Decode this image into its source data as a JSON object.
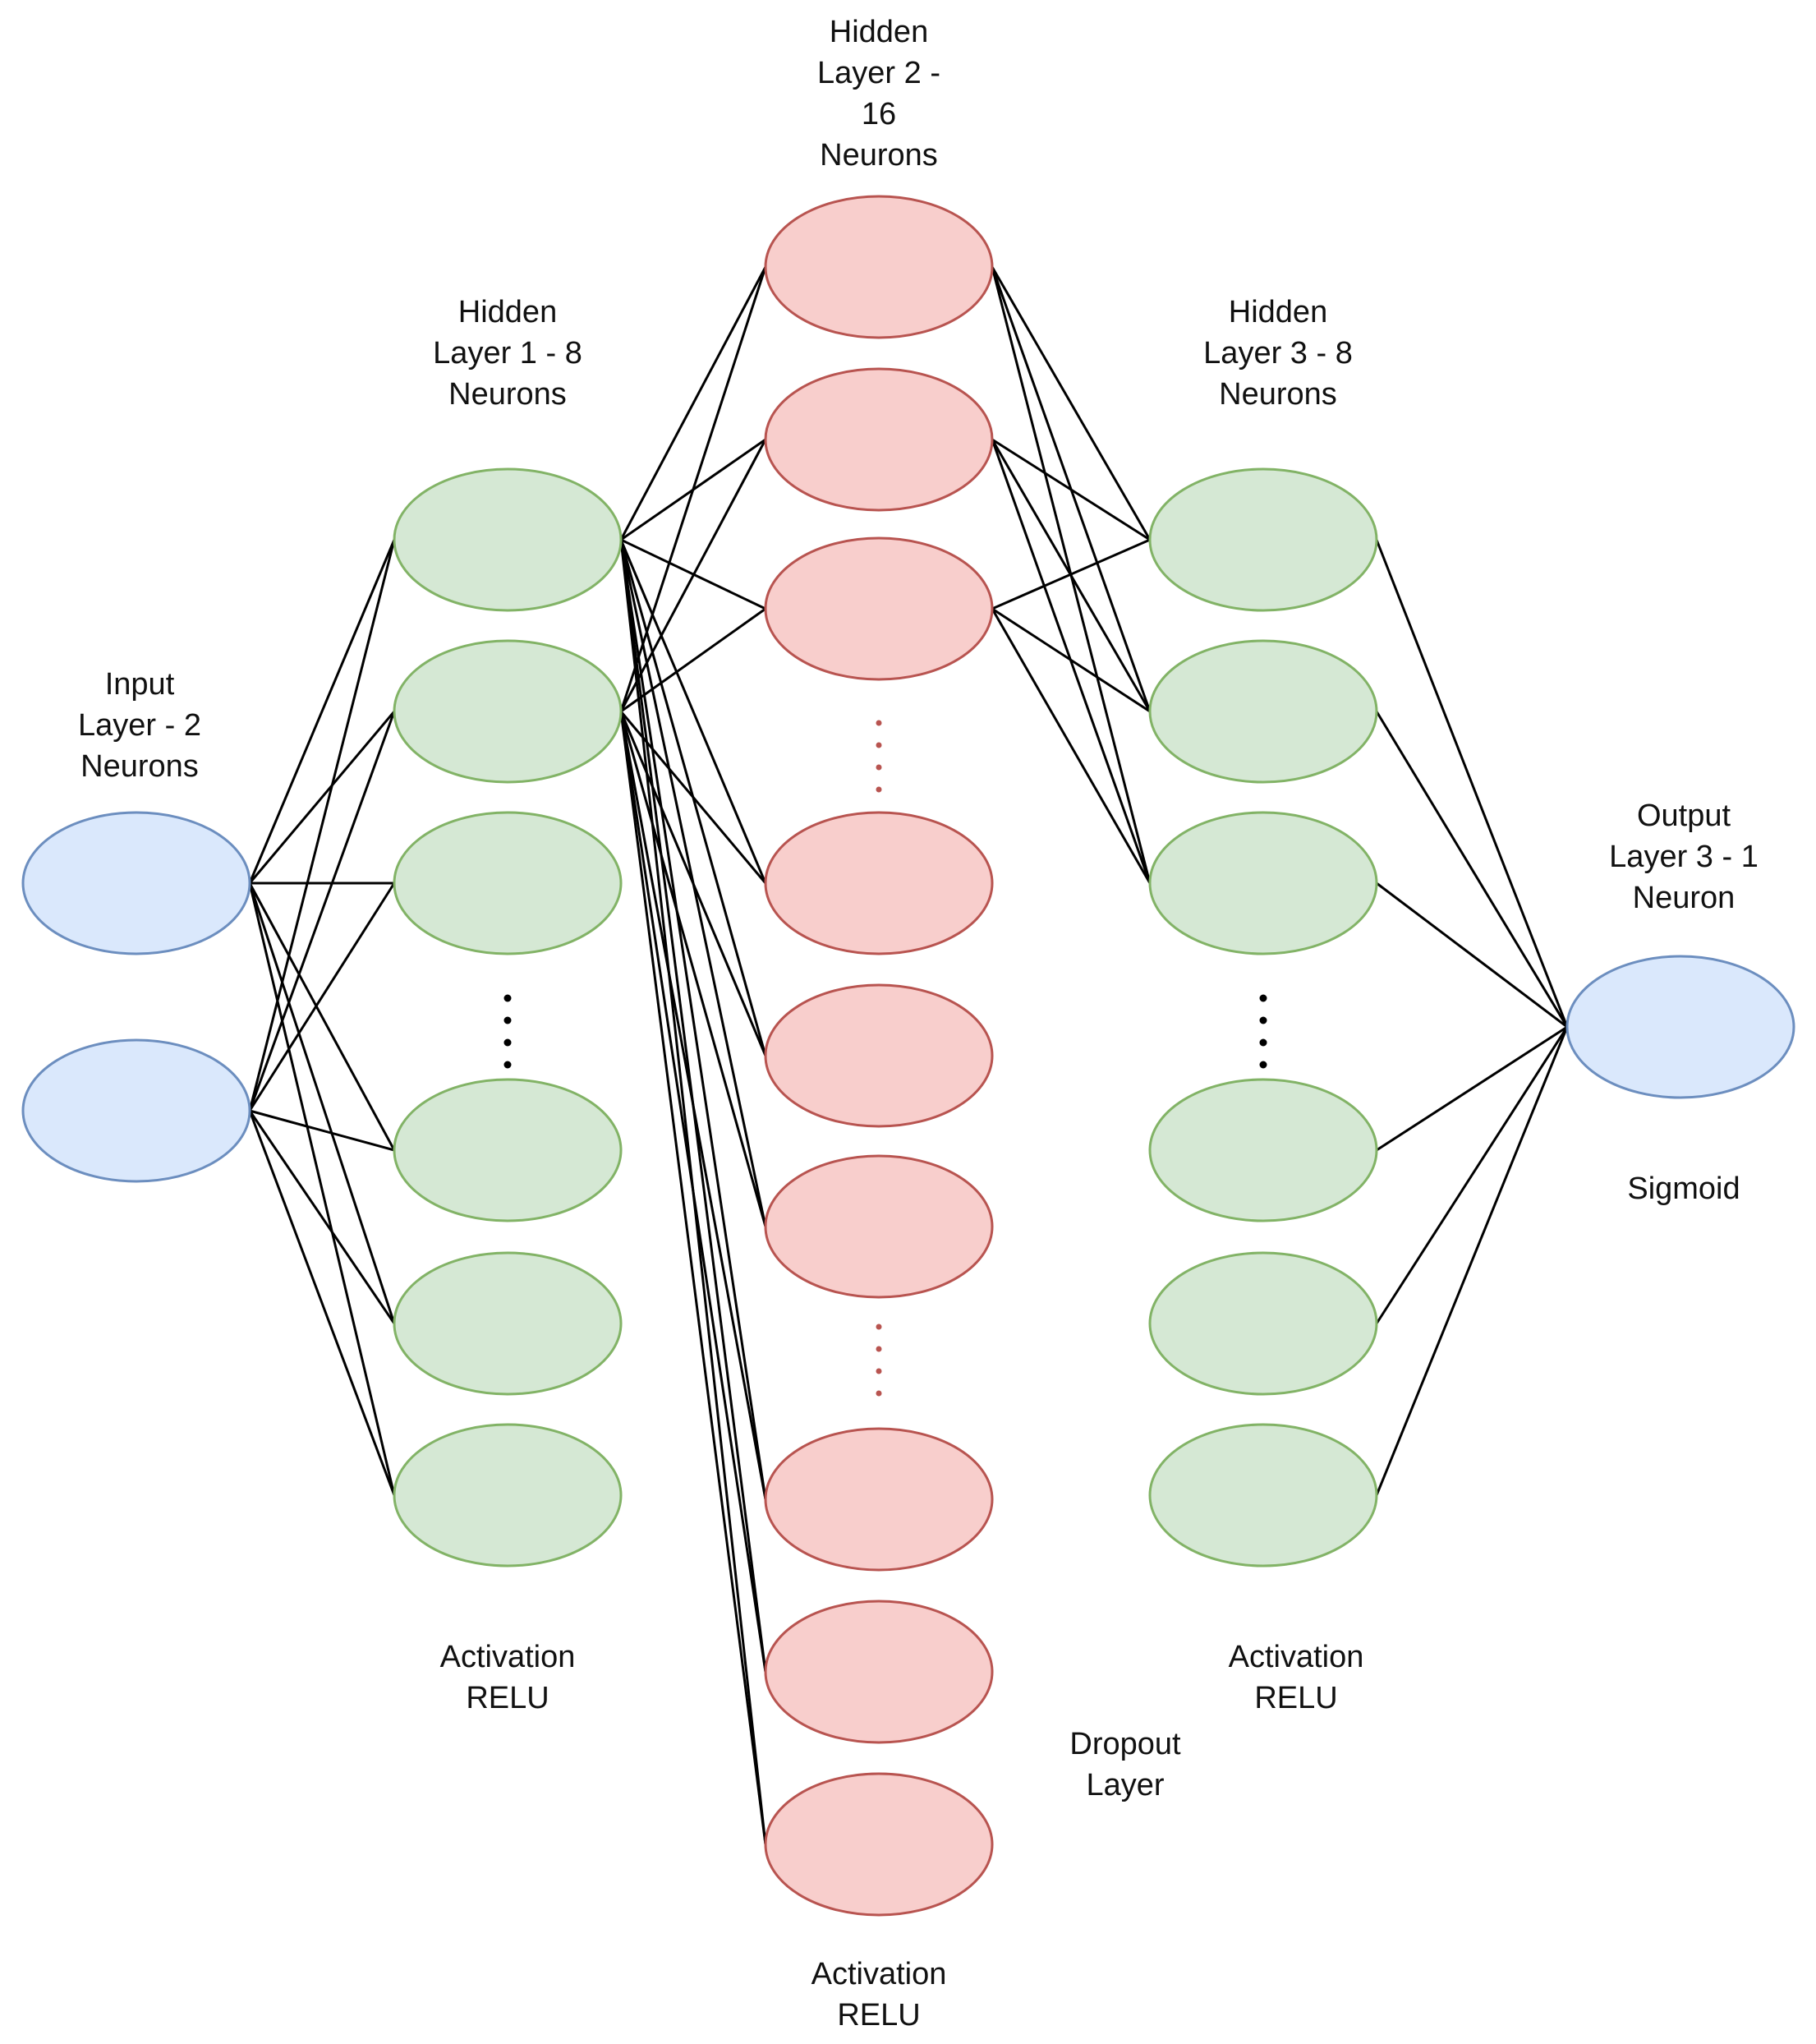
{
  "colors": {
    "input_fill": "#dae8fc",
    "input_stroke": "#6c8ebf",
    "hidden1_fill": "#d5e8d4",
    "hidden1_stroke": "#82b366",
    "hidden2_fill": "#f8cecc",
    "hidden2_stroke": "#b85450",
    "hidden3_fill": "#d5e8d4",
    "hidden3_stroke": "#82b366",
    "output_fill": "#dae8fc",
    "output_stroke": "#6c8ebf",
    "edge": "#000000",
    "dots_black": "#000000",
    "dots_red": "#b85450"
  },
  "labels": {
    "input": {
      "line1": "Input",
      "line2": "Layer - 2",
      "line3": "Neurons"
    },
    "hidden1": {
      "line1": "Hidden",
      "line2": "Layer 1 - 8",
      "line3": "Neurons"
    },
    "hidden2": {
      "line1": "Hidden",
      "line2": "Layer 2 -",
      "line3": "16",
      "line4": "Neurons"
    },
    "hidden3": {
      "line1": "Hidden",
      "line2": "Layer 3 - 8",
      "line3": "Neurons"
    },
    "output": {
      "line1": "Output",
      "line2": "Layer 3 - 1",
      "line3": "Neuron"
    },
    "act1": {
      "line1": "Activation",
      "line2": "RELU"
    },
    "act2": {
      "line1": "Activation",
      "line2": "RELU"
    },
    "act3": {
      "line1": "Activation",
      "line2": "RELU"
    },
    "sigmoid": {
      "line1": "Sigmoid"
    },
    "dropout": {
      "line1": "Dropout",
      "line2": "Layer"
    }
  }
}
